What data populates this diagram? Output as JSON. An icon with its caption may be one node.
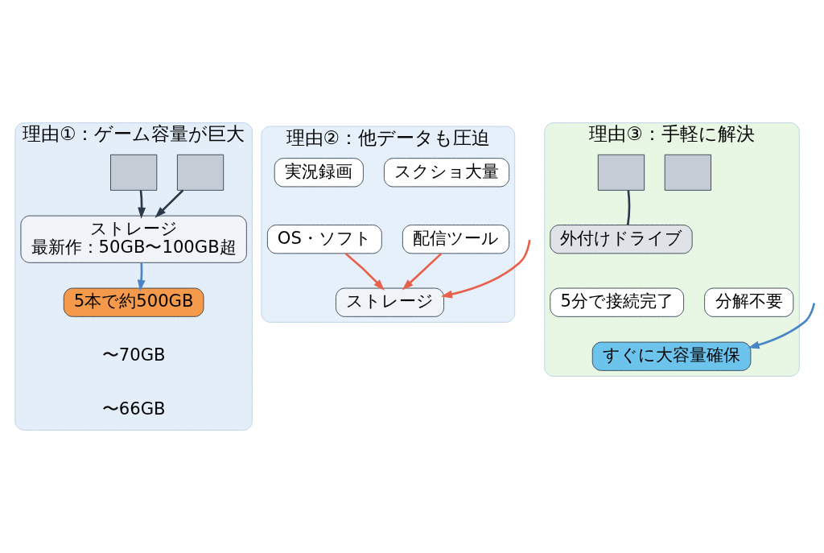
{
  "diagram": {
    "nodes": [
      {
        "text": [
          "理由①：ゲーム容量が巨大"
        ]
      },
      {
        "text": [],
        "shape": "box",
        "in": 0
      },
      {
        "text": [],
        "shape": "box",
        "in": 0
      },
      {
        "text": [
          "ストレージ",
          "最新作：50GB〜100GB超"
        ],
        "in": 0
      },
      {
        "text": [
          "5本で約500GB"
        ],
        "in": 0
      },
      {
        "text": [
          "理由②：他データも圧迫"
        ]
      },
      {
        "text": [
          "実況録画"
        ],
        "in": 5
      },
      {
        "text": [
          "スクショ大量"
        ],
        "in": 5
      },
      {
        "text": [
          "OS・ソフト"
        ],
        "in": 5
      },
      {
        "text": [
          "配信ツール"
        ],
        "in": 5
      },
      {
        "text": [
          "ストレージ"
        ],
        "in": 5
      },
      {
        "text": [
          "理由③：手軽に解決"
        ]
      },
      {
        "text": [],
        "shape": "box",
        "in": 11
      },
      {
        "text": [],
        "shape": "box",
        "in": 11
      },
      {
        "text": [
          "外付けドライブ"
        ],
        "in": 11
      },
      {
        "text": [
          "5分で接続完了"
        ],
        "in": 11
      },
      {
        "text": [
          "分解不要"
        ],
        "in": 11
      },
      {
        "text": [
          "すぐに大容量確保"
        ],
        "in": 11
      }
    ],
    "edges": [
      {
        "from": 1,
        "to": 3,
        "arrow": "to"
      },
      {
        "from": 2,
        "to": 3,
        "arrow": "to"
      },
      {
        "from": 3,
        "to": 4,
        "arrow": "to",
        "color": "#4a86c5"
      },
      {
        "from": 8,
        "to": 10,
        "arrow": "to",
        "color": "#e8604c"
      },
      {
        "from": null,
        "to": 10,
        "arrow": "to",
        "color": "#e8604c"
      },
      {
        "from": 9,
        "to": 10,
        "arrow": "to",
        "color": "#e8604c"
      },
      {
        "from": 12,
        "to": 14,
        "arrow": "none"
      },
      {
        "from": null,
        "to": 17,
        "arrow": "to",
        "color": "#4a86c5"
      }
    ],
    "labels": [
      "〜70GB",
      "〜66GB"
    ]
  }
}
